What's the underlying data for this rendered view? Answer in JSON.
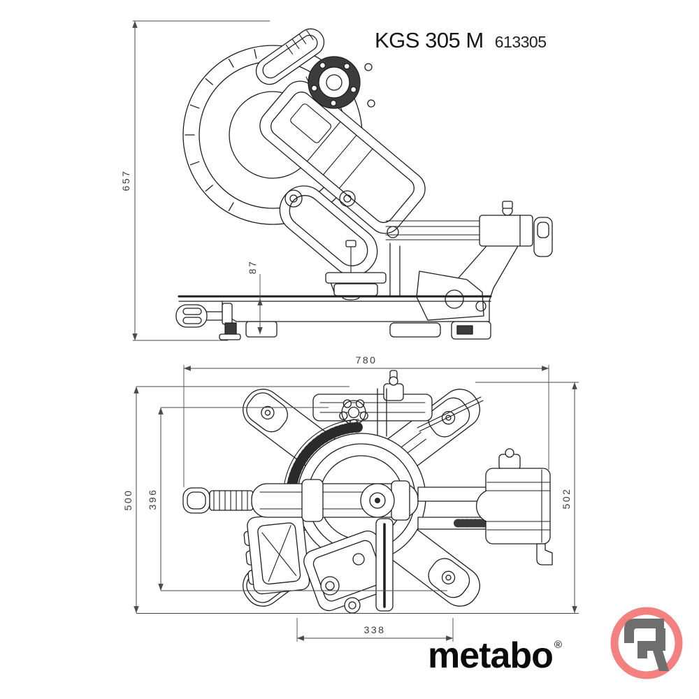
{
  "header": {
    "model": "KGS 305 M",
    "article_number": "613305"
  },
  "side_view": {
    "dim_height": "657",
    "dim_table_height": "87"
  },
  "top_view": {
    "dim_width": "780",
    "dim_depth_outer": "500",
    "dim_depth_inner": "396",
    "dim_depth_right": "502",
    "dim_base_width": "338"
  },
  "footer": {
    "brand": "metabo",
    "registered_mark": "®"
  },
  "watermark": {
    "icon": "cr-badge-icon",
    "ring_color": "#f2817f",
    "glyph_color": "#6e6e6e"
  },
  "colors": {
    "background": "#ffffff",
    "drawing_line": "#1f1f1f",
    "dimension_line": "#4a4a4a"
  }
}
